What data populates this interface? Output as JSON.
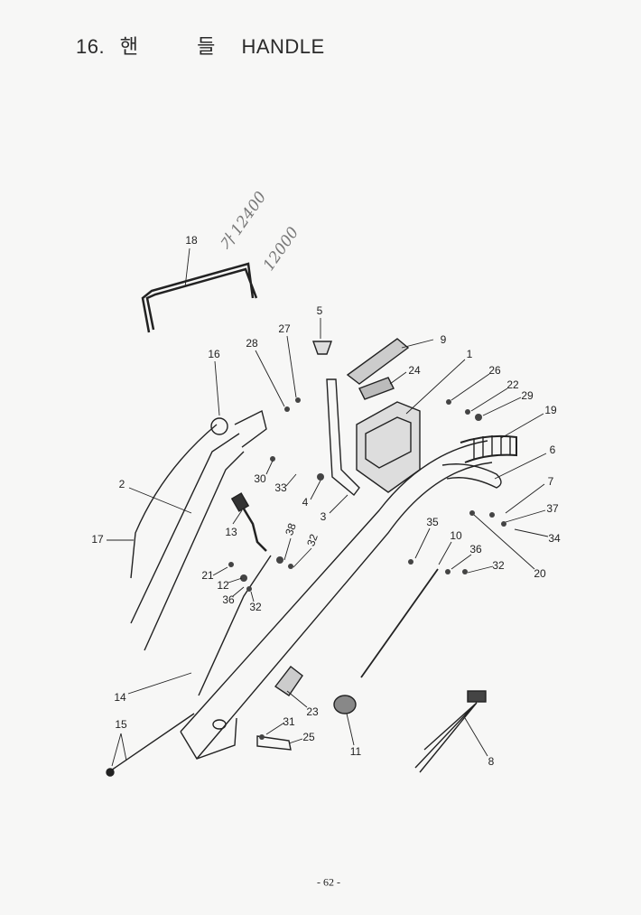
{
  "header": {
    "number": "16.",
    "korean_1": "핸",
    "korean_2": "들",
    "title": "HANDLE"
  },
  "handwritten": {
    "line_1": "가 12400",
    "line_2": "12000"
  },
  "callouts": [
    "18",
    "5",
    "27",
    "9",
    "28",
    "16",
    "1",
    "24",
    "26",
    "22",
    "29",
    "19",
    "6",
    "30",
    "2",
    "33",
    "4",
    "7",
    "3",
    "37",
    "35",
    "38",
    "13",
    "17",
    "10",
    "32",
    "34",
    "36",
    "21",
    "32",
    "20",
    "12",
    "36",
    "32",
    "14",
    "23",
    "15",
    "31",
    "25",
    "11",
    "8"
  ],
  "page_number": "- 62 -"
}
